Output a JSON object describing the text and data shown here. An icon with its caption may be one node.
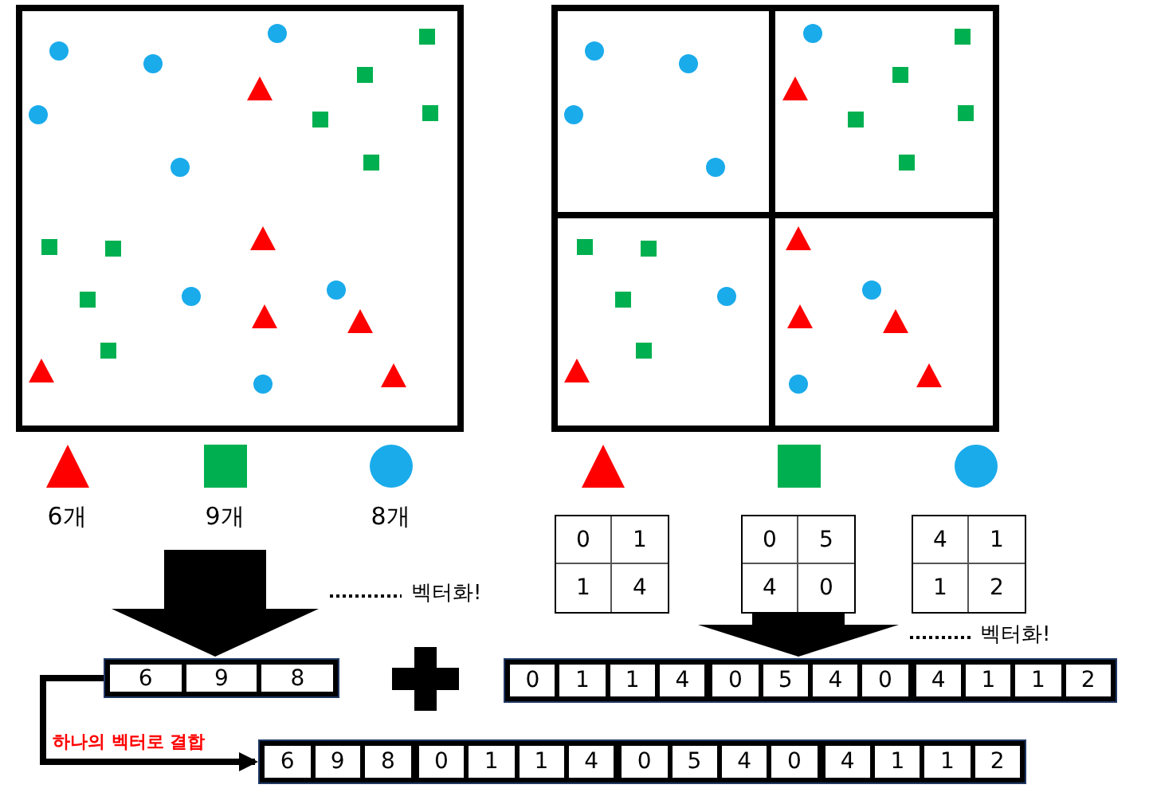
{
  "diagram": {
    "nodes": [
      {
        "text": [],
        "shape": "picture"
      },
      {
        "text": [],
        "shape": "picture"
      },
      {
        "text": [
          "0",
          "1",
          "1",
          "4"
        ]
      },
      {
        "text": [
          "0",
          "5",
          "4",
          "0"
        ]
      },
      {
        "text": [
          "4",
          "1",
          "1",
          "2"
        ]
      },
      {
        "text": [
          "6",
          "9",
          "8"
        ]
      },
      {
        "text": [
          "0",
          "1",
          "1",
          "4",
          "0",
          "5",
          "4",
          "0",
          "4",
          "1",
          "1",
          "2"
        ]
      },
      {
        "text": [
          "6",
          "9",
          "8",
          "0",
          "1",
          "1",
          "4",
          "0",
          "5",
          "4",
          "0",
          "4",
          "1",
          "1",
          "2"
        ]
      }
    ],
    "edges": [
      {
        "from": null,
        "to": 5,
        "arrow": "to"
      },
      {
        "from": 3,
        "to": 6,
        "arrow": "to"
      },
      {
        "from": 5,
        "to": 7,
        "arrow": "to",
        "label": "하나의 벡터로 결합"
      }
    ],
    "labels": [
      "6개",
      "9개",
      "8개",
      "벡터화!",
      "벡터화!"
    ]
  }
}
